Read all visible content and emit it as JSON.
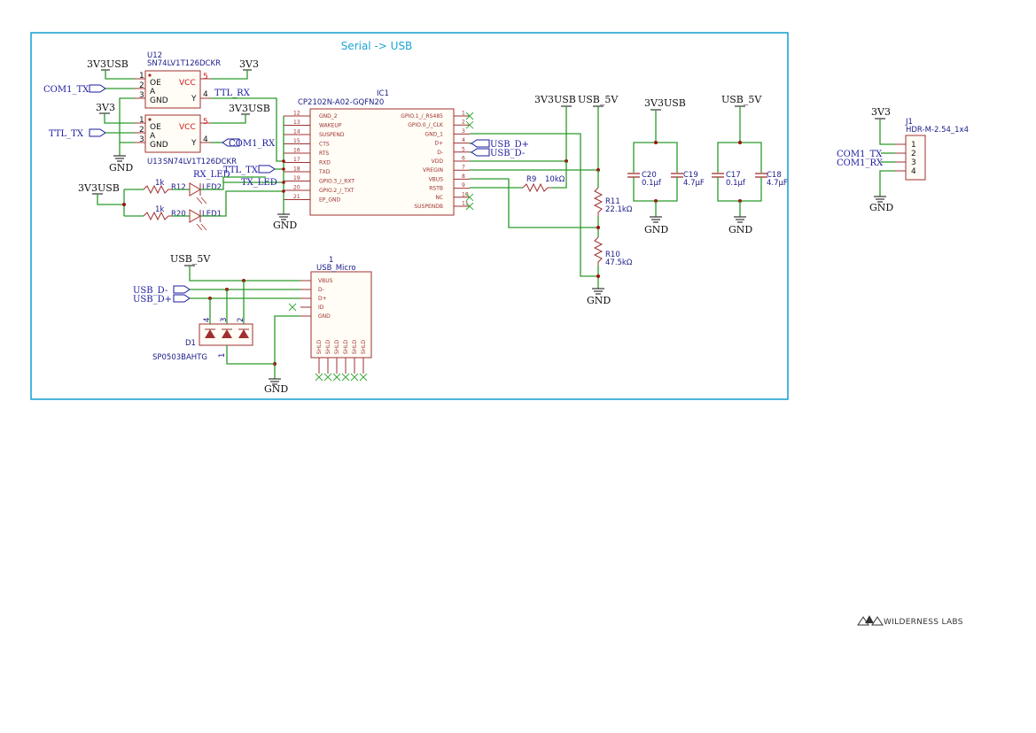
{
  "sheet": {
    "title": "Serial -> USB",
    "logo_text": "WILDERNESS LABS",
    "frame_color": "#1fa4d4",
    "wire_color": "#2a9a2a",
    "part_color": "#a03030"
  },
  "power": {
    "v3v3usb": "3V3USB",
    "v3v3": "3V3",
    "usb5v": "USB_5V",
    "gnd": "GND"
  },
  "nets": {
    "com1_tx": "COM1_TX",
    "com1_rx": "COM1_RX",
    "ttl_tx": "TTL_TX",
    "ttl_rx": "TTL_RX",
    "rx_led": "RX_LED",
    "tx_led": "TX_LED",
    "usb_dp": "USB_D+",
    "usb_dm": "USB_D-"
  },
  "u12": {
    "ref": "U12",
    "value": "SN74LV1T126DCKR",
    "pins_left": [
      {
        "num": "1",
        "name": "OE"
      },
      {
        "num": "2",
        "name": "A"
      },
      {
        "num": "3",
        "name": "GND"
      }
    ],
    "pins_right": [
      {
        "num": "5",
        "name": "VCC"
      },
      {
        "num": "4",
        "name": "Y"
      }
    ]
  },
  "u13": {
    "ref": "U13",
    "value": "SN74LV1T126DCKR",
    "pins_left": [
      {
        "num": "1",
        "name": "OE"
      },
      {
        "num": "2",
        "name": "A"
      },
      {
        "num": "3",
        "name": "GND"
      }
    ],
    "pins_right": [
      {
        "num": "5",
        "name": "VCC"
      },
      {
        "num": "4",
        "name": "Y"
      }
    ]
  },
  "ic1": {
    "ref": "IC1",
    "value": "CP2102N-A02-GQFN20",
    "left_pins": [
      {
        "num": "12",
        "name": "GND_2"
      },
      {
        "num": "13",
        "name": "WAKEUP"
      },
      {
        "num": "14",
        "name": "SUSPEND"
      },
      {
        "num": "15",
        "name": "CTS"
      },
      {
        "num": "16",
        "name": "RTS"
      },
      {
        "num": "17",
        "name": "RXD"
      },
      {
        "num": "18",
        "name": "TXD"
      },
      {
        "num": "19",
        "name": "GPIO.3_/_RXT"
      },
      {
        "num": "20",
        "name": "GPIO.2_/_TXT"
      },
      {
        "num": "21",
        "name": "EP_GND"
      }
    ],
    "right_pins": [
      {
        "num": "1",
        "name": "GPIO.1_/_RS485"
      },
      {
        "num": "2",
        "name": "GPIO.0_/_CLK"
      },
      {
        "num": "3",
        "name": "GND_1"
      },
      {
        "num": "4",
        "name": "D+"
      },
      {
        "num": "5",
        "name": "D-"
      },
      {
        "num": "6",
        "name": "VDD"
      },
      {
        "num": "7",
        "name": "VREGIN"
      },
      {
        "num": "8",
        "name": "VBUS"
      },
      {
        "num": "9",
        "name": "RSTB"
      },
      {
        "num": "10",
        "name": "NC"
      },
      {
        "num": "11",
        "name": "SUSPENDB"
      }
    ]
  },
  "resistors": {
    "r12": {
      "ref": "R12",
      "value": "1k"
    },
    "r20": {
      "ref": "R20",
      "value": "1k"
    },
    "r9": {
      "ref": "R9",
      "value": "10kΩ"
    },
    "r11": {
      "ref": "R11",
      "value": "22.1kΩ"
    },
    "r10": {
      "ref": "R10",
      "value": "47.5kΩ"
    }
  },
  "leds": {
    "led2": {
      "ref": "LED2"
    },
    "led1": {
      "ref": "LED1"
    }
  },
  "caps": {
    "c20": {
      "ref": "C20",
      "value": "0.1µf"
    },
    "c19": {
      "ref": "C19",
      "value": "4.7µF"
    },
    "c17": {
      "ref": "C17",
      "value": "0.1µf"
    },
    "c18": {
      "ref": "C18",
      "value": "4.7µF"
    }
  },
  "usb": {
    "ref": "1",
    "value": "USB_Micro",
    "pins": [
      "VBUS",
      "D-",
      "D+",
      "ID",
      "GND"
    ],
    "shield_pins": [
      "SHLD",
      "SHLD",
      "SHLD",
      "SHLD",
      "SHLD",
      "SHLD"
    ]
  },
  "d1": {
    "ref": "D1",
    "value": "SP0503BAHTG",
    "pins": [
      "4",
      "3",
      "2",
      "1"
    ]
  },
  "j1": {
    "ref": "J1",
    "value": "HDR-M-2.54_1x4",
    "pins": [
      "1",
      "2",
      "3",
      "4"
    ]
  }
}
